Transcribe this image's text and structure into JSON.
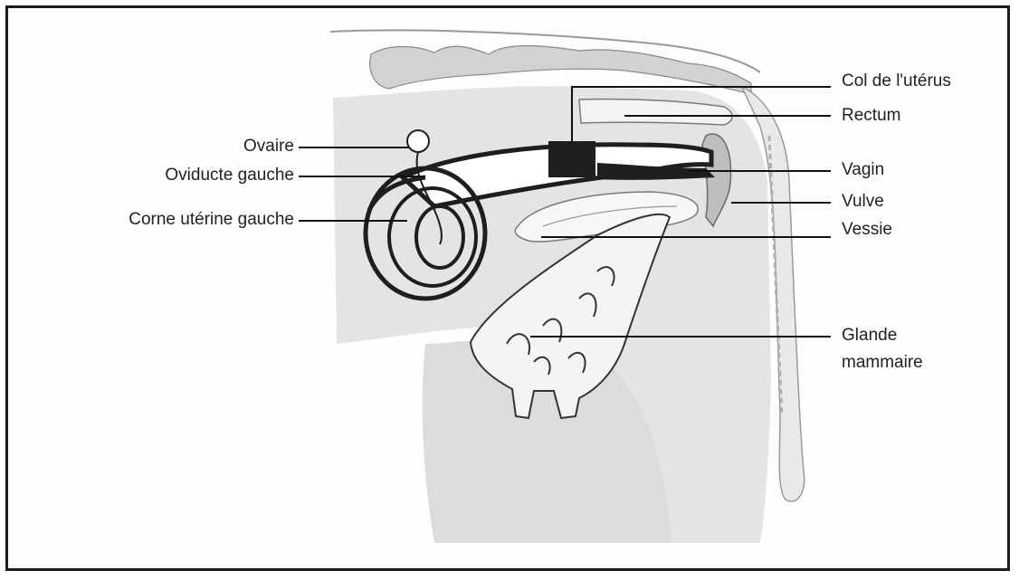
{
  "labels": {
    "ovaire": "Ovaire",
    "oviducte": "Oviducte gauche",
    "corne": "Corne utérine gauche",
    "col": "Col de l'utérus",
    "rectum": "Rectum",
    "vagin": "Vagin",
    "vulve": "Vulve",
    "vessie": "Vessie",
    "glande_line1": "Glande",
    "glande_line2": "mammaire"
  },
  "colors": {
    "body_fill": "#e6e6e6",
    "organ_dark": "#1e1e1e",
    "gland_fill": "#f2f2f2",
    "leader": "#111111"
  }
}
